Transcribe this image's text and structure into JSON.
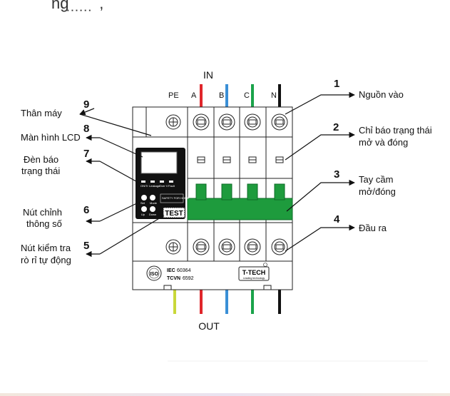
{
  "header_partial": "ng ̣  ̣ ̣ ̣ ̣ ̣ ,",
  "in_label": "IN",
  "out_label": "OUT",
  "phase_labels": [
    "PE",
    "A",
    "B",
    "C",
    "N"
  ],
  "wire_colors": {
    "pe": "#c9d83a",
    "a": "#e0262b",
    "b": "#3a8fd6",
    "c": "#1aa34a",
    "n": "#111111"
  },
  "handle_color": "#1e9b3d",
  "lcd_panel": {
    "indicator_labels": [
      "ON/Tr",
      "Leakage",
      "Over V",
      "Fault"
    ],
    "button_labels": [
      "Set",
      "Mode",
      "Up",
      "Down"
    ],
    "brand_text": "SAFETY FOR HOME",
    "test_label": "TEST"
  },
  "footer": {
    "iso_text": "ISO",
    "iec_label": "IEC",
    "iec_value": "60364",
    "tcvn_label": "TCVN",
    "tcvn_value": "6592",
    "brand": "T-TECH",
    "brand_sub": "Leading technology"
  },
  "callouts_left": [
    {
      "num": "9",
      "text": [
        "Thân máy"
      ]
    },
    {
      "num": "8",
      "text": [
        "Màn hình LCD"
      ]
    },
    {
      "num": "7",
      "text": [
        "Đèn báo",
        "trạng thái"
      ]
    },
    {
      "num": "6",
      "text": [
        "Nút chỉnh",
        "thông số"
      ]
    },
    {
      "num": "5",
      "text": [
        "Nút kiểm tra",
        "rò rỉ tự động"
      ]
    }
  ],
  "callouts_right": [
    {
      "num": "1",
      "text": [
        "Nguồn vào"
      ]
    },
    {
      "num": "2",
      "text": [
        "Chỉ báo trạng thái",
        "mở và đóng"
      ]
    },
    {
      "num": "3",
      "text": [
        "Tay cầm",
        "mở/đóng"
      ]
    },
    {
      "num": "4",
      "text": [
        "Đầu ra"
      ]
    }
  ]
}
